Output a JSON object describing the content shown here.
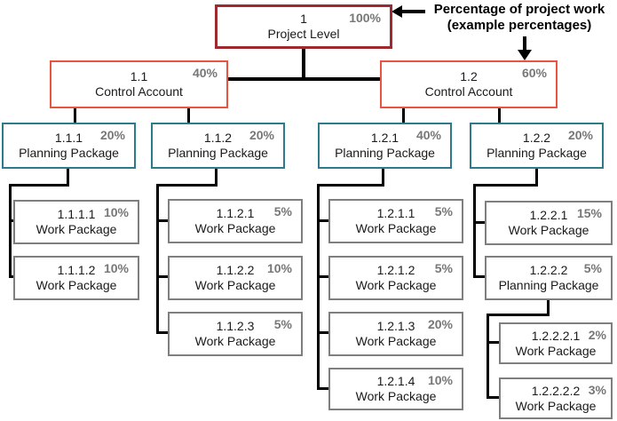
{
  "diagram": {
    "annotation": {
      "line1": "Percentage of project work",
      "line2": "(example percentages)"
    },
    "colors": {
      "project_level_border": "#9E2A2F",
      "control_account_border": "#E8543F",
      "planning_package_border": "#2F7A8A",
      "work_package_border": "#7F7F7F",
      "percent_text": "#777777",
      "connector": "#000000"
    },
    "nodes": [
      {
        "id": "1",
        "label": "Project Level",
        "pct": "100%",
        "type": "project"
      },
      {
        "id": "1.1",
        "label": "Control Account",
        "pct": "40%",
        "type": "control_account"
      },
      {
        "id": "1.2",
        "label": "Control Account",
        "pct": "60%",
        "type": "control_account"
      },
      {
        "id": "1.1.1",
        "label": "Planning Package",
        "pct": "20%",
        "type": "planning_package"
      },
      {
        "id": "1.1.2",
        "label": "Planning Package",
        "pct": "20%",
        "type": "planning_package"
      },
      {
        "id": "1.2.1",
        "label": "Planning Package",
        "pct": "40%",
        "type": "planning_package"
      },
      {
        "id": "1.2.2",
        "label": "Planning Package",
        "pct": "20%",
        "type": "planning_package"
      },
      {
        "id": "1.1.1.1",
        "label": "Work Package",
        "pct": "10%",
        "type": "work_package"
      },
      {
        "id": "1.1.1.2",
        "label": "Work Package",
        "pct": "10%",
        "type": "work_package"
      },
      {
        "id": "1.1.2.1",
        "label": "Work Package",
        "pct": "5%",
        "type": "work_package"
      },
      {
        "id": "1.1.2.2",
        "label": "Work Package",
        "pct": "10%",
        "type": "work_package"
      },
      {
        "id": "1.1.2.3",
        "label": "Work Package",
        "pct": "5%",
        "type": "work_package"
      },
      {
        "id": "1.2.1.1",
        "label": "Work Package",
        "pct": "5%",
        "type": "work_package"
      },
      {
        "id": "1.2.1.2",
        "label": "Work Package",
        "pct": "5%",
        "type": "work_package"
      },
      {
        "id": "1.2.1.3",
        "label": "Work Package",
        "pct": "20%",
        "type": "work_package"
      },
      {
        "id": "1.2.1.4",
        "label": "Work Package",
        "pct": "10%",
        "type": "work_package"
      },
      {
        "id": "1.2.2.1",
        "label": "Work Package",
        "pct": "15%",
        "type": "work_package"
      },
      {
        "id": "1.2.2.2",
        "label": "Planning Package",
        "pct": "5%",
        "type": "planning_package"
      },
      {
        "id": "1.2.2.2.1",
        "label": "Work Package",
        "pct": "2%",
        "type": "work_package"
      },
      {
        "id": "1.2.2.2.2",
        "label": "Work Package",
        "pct": "3%",
        "type": "work_package"
      }
    ]
  }
}
